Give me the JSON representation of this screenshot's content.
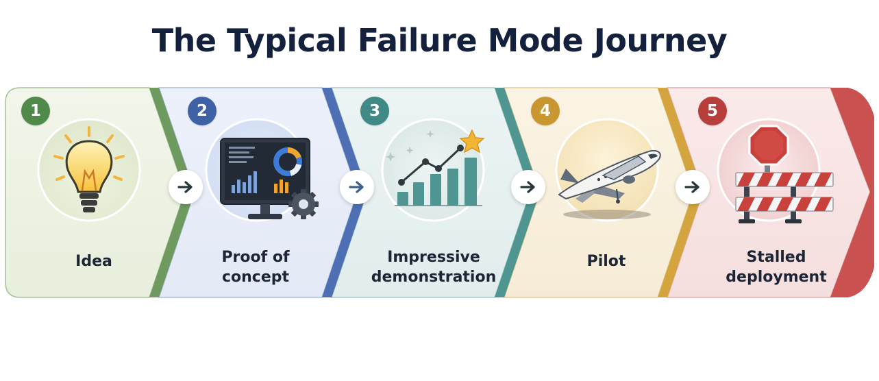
{
  "title": "The Typical Failure Mode Journey",
  "steps": [
    {
      "number": "1",
      "label": "Idea",
      "icon": "lightbulb-icon",
      "color": "#4f8a4a"
    },
    {
      "number": "2",
      "label": "Proof of concept",
      "icon": "monitor-dashboard-icon",
      "color": "#3f62a6"
    },
    {
      "number": "3",
      "label": "Impressive demonstration",
      "icon": "growth-chart-star-icon",
      "color": "#3f8a86"
    },
    {
      "number": "4",
      "label": "Pilot",
      "icon": "airplane-icon",
      "color": "#c9962f"
    },
    {
      "number": "5",
      "label": "Stalled deployment",
      "icon": "roadblock-icon",
      "color": "#b83e3c"
    }
  ],
  "connector_icon": "arrow-right-icon"
}
